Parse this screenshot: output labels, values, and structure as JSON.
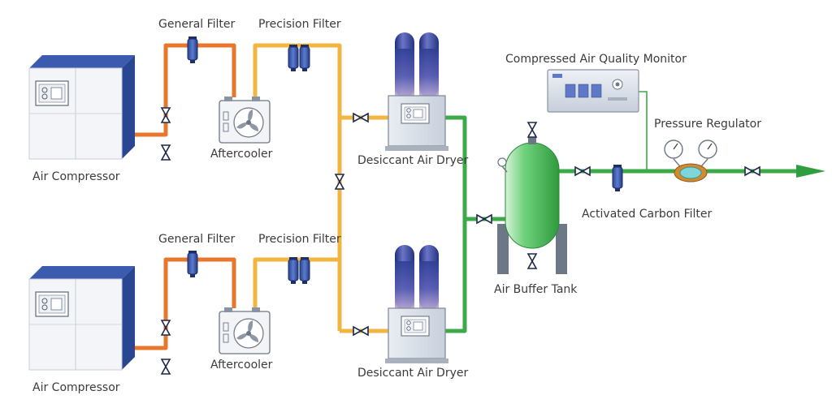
{
  "labels": {
    "air_compressor_top": "Air Compressor",
    "air_compressor_bottom": "Air Compressor",
    "general_filter_top": "General Filter",
    "general_filter_bottom": "General Filter",
    "precision_filter_top": "Precision Filter",
    "precision_filter_bottom": "Precision Filter",
    "aftercooler_top": "Aftercooler",
    "aftercooler_bottom": "Aftercooler",
    "desiccant_dryer_top": "Desiccant Air Dryer",
    "desiccant_dryer_bottom": "Desiccant Air Dryer",
    "air_buffer_tank": "Air Buffer Tank",
    "quality_monitor": "Compressed Air Quality Monitor",
    "pressure_regulator": "Pressure Regulator",
    "activated_carbon_filter": "Activated Carbon Filter"
  },
  "colors": {
    "pipe_hot": "#e8762c",
    "pipe_warm": "#f2b640",
    "pipe_dry": "#3daa4a",
    "compressor_blue": "#2f4f9c",
    "filter_blue": "#3a5aa8",
    "tank_green": "#4fbf5c",
    "label_text": "#3b3b3b"
  }
}
